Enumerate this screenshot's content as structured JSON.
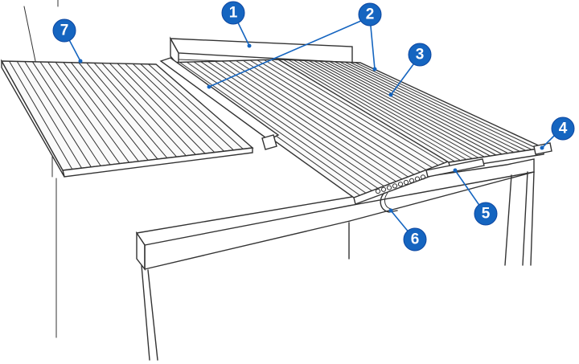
{
  "callouts": [
    {
      "number": "1"
    },
    {
      "number": "2"
    },
    {
      "number": "3"
    },
    {
      "number": "4"
    },
    {
      "number": "5"
    },
    {
      "number": "6"
    },
    {
      "number": "7"
    }
  ],
  "colors": {
    "badge_fill": "#1565c0",
    "badge_text": "#ffffff",
    "line_art": "#333333"
  }
}
